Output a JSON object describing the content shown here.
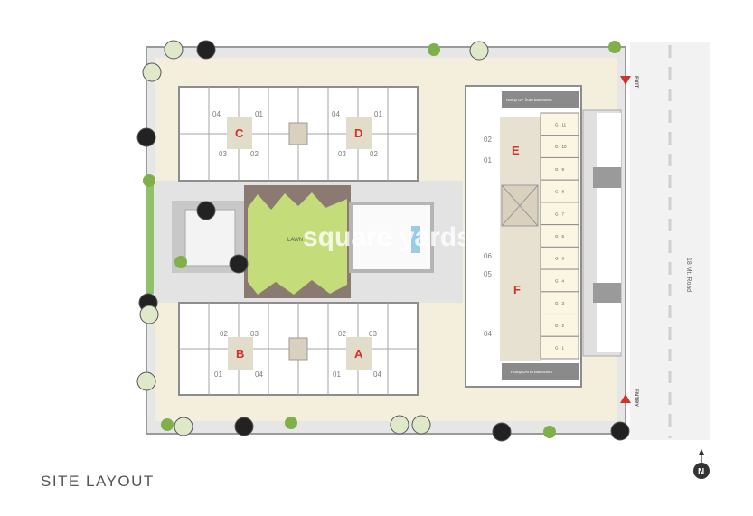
{
  "title": "SITE LAYOUT",
  "road_label": "18 Mt. Road",
  "exit_label": "EXIT",
  "entry_label": "ENTRY",
  "north_label": "N",
  "lawn_label": "LAWN",
  "watermark": "square yards",
  "ramp_up": "Ramp UP from basement",
  "ramp_down": "Ramp DN to basement",
  "blocks": [
    {
      "label": "C",
      "units": [
        "04",
        "01",
        "03",
        "02"
      ]
    },
    {
      "label": "D",
      "units": [
        "04",
        "01",
        "03",
        "02"
      ]
    },
    {
      "label": "B",
      "units": [
        "02",
        "03",
        "01",
        "04"
      ]
    },
    {
      "label": "A",
      "units": [
        "02",
        "03",
        "01",
        "04"
      ]
    },
    {
      "label": "E",
      "units": [
        "02",
        "01"
      ]
    },
    {
      "label": "F",
      "units": [
        "06",
        "05",
        "04"
      ]
    }
  ],
  "shops": [
    "G - 11",
    "G - 10",
    "G - 9",
    "G - 8",
    "G - 7",
    "G - 6",
    "G - 5",
    "G - 4",
    "G - 3",
    "G - 2",
    "G - 1"
  ],
  "colors": {
    "plot": "#f3efdc",
    "wall": "#8d8d8d",
    "lawn": "#c5dc7a",
    "label_red": "#d0332a",
    "road": "#f2f2f2"
  }
}
